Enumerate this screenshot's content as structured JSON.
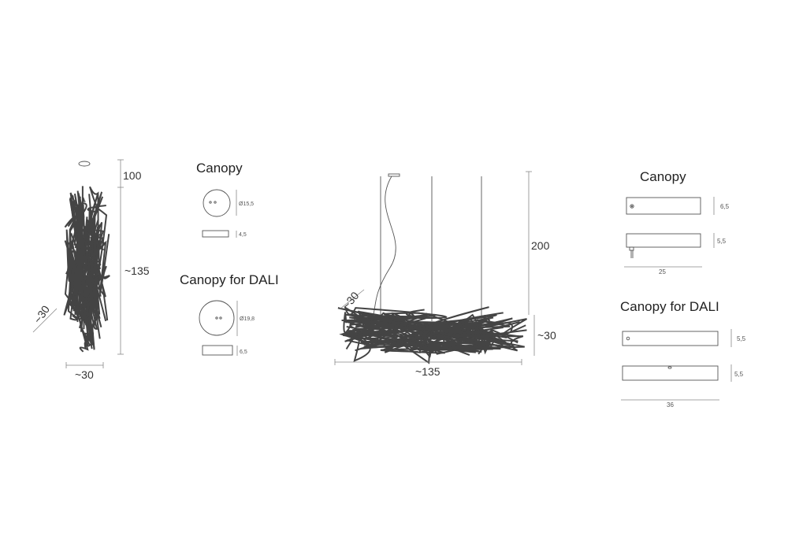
{
  "vertical_lamp": {
    "cable_length": "100",
    "height": "~135",
    "width": "~30",
    "depth": "~30"
  },
  "round_canopies": {
    "canopy": {
      "title": "Canopy",
      "diameter": "Ø15,5",
      "height": "4,5"
    },
    "canopy_dali": {
      "title": "Canopy for DALI",
      "diameter": "Ø19,8",
      "height": "6,5"
    }
  },
  "horizontal_lamp": {
    "suspension_height": "200",
    "body_height": "~30",
    "length": "~135",
    "depth": "~30"
  },
  "rect_canopies": {
    "canopy": {
      "title": "Canopy",
      "top_height": "6,5",
      "side_height": "5,5",
      "length": "25"
    },
    "canopy_dali": {
      "title": "Canopy for DALI",
      "top_height": "5,5",
      "side_height": "5,5",
      "length": "36"
    }
  }
}
